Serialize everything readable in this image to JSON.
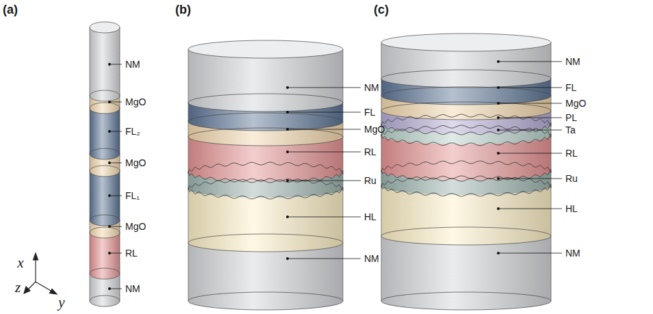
{
  "diagram": {
    "labels": [
      "(a)",
      "(b)",
      "(c)",
      "NM",
      "MgO",
      "FL₂",
      "MgO",
      "FL₁",
      "MgO",
      "RL",
      "NM",
      "NM",
      "FL",
      "MgO",
      "RL",
      "Ru",
      "HL",
      "NM",
      "NM",
      "FL",
      "MgO",
      "PL",
      "Ta",
      "RL",
      "Ru",
      "HL",
      "NM",
      "x",
      "z",
      "y"
    ]
  }
}
